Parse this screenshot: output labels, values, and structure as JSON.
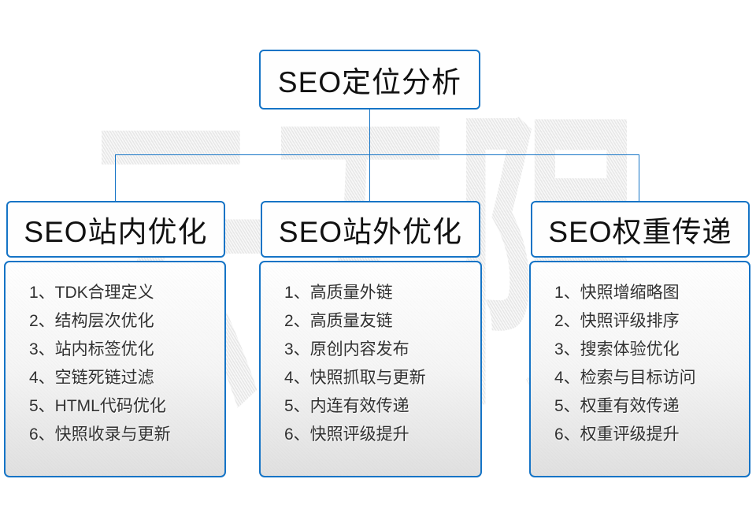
{
  "diagram": {
    "root_title": "SEO定位分析",
    "watermark": "云无限",
    "colors": {
      "line_blue": "#1574c6",
      "panel_gradient_bottom": "#e0e0e0",
      "text_dark": "#313131"
    },
    "columns": [
      {
        "title": "SEO站内优化",
        "items": [
          "1、TDK合理定义",
          "2、结构层次优化",
          "3、站内标签优化",
          "4、空链死链过滤",
          "5、HTML代码优化",
          "6、快照收录与更新"
        ]
      },
      {
        "title": "SEO站外优化",
        "items": [
          "1、高质量外链",
          "2、高质量友链",
          "3、原创内容发布",
          "4、快照抓取与更新",
          "5、内连有效传递",
          "6、快照评级提升"
        ]
      },
      {
        "title": "SEO权重传递",
        "items": [
          "1、快照增缩略图",
          "2、快照评级排序",
          "3、搜索体验优化",
          "4、检索与目标访问",
          "5、权重有效传递",
          "6、权重评级提升"
        ]
      }
    ]
  }
}
